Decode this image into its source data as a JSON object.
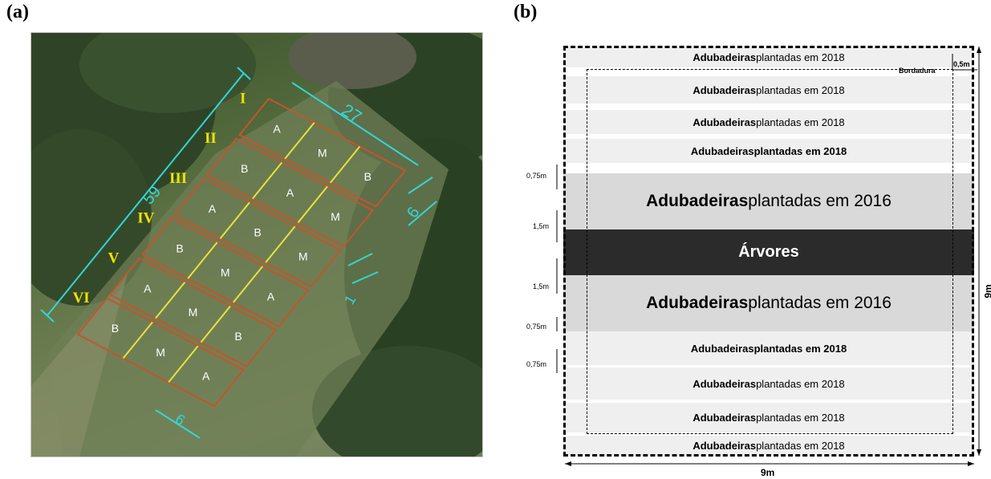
{
  "panel_a": {
    "label": "(a)",
    "block_labels": [
      "I",
      "II",
      "III",
      "IV",
      "V",
      "VI"
    ],
    "dimensions": {
      "length": "59",
      "width": "27",
      "plot": "6",
      "gap": "1",
      "plot_bottom": "6"
    },
    "plots": [
      [
        "A",
        "M",
        "B"
      ],
      [
        "B",
        "A",
        "M"
      ],
      [
        "A",
        "B",
        "M"
      ],
      [
        "B",
        "M",
        "A"
      ],
      [
        "A",
        "M",
        "B"
      ],
      [
        "B",
        "M",
        "A"
      ]
    ]
  },
  "panel_b": {
    "label": "(b)",
    "bordadura": "Bordadura",
    "bordadura_width": "0,5m",
    "bottom_dim": "9m",
    "side_dim": "9m",
    "rows": [
      {
        "bold": "Adubadeiras",
        "rest": " plantadas em 2018"
      },
      {
        "bold": "Adubadeiras",
        "rest": " plantadas em 2018"
      },
      {
        "bold": "Adubadeiras",
        "rest": " plantadas em 2018"
      },
      {
        "bold": "Adubadeiras",
        "rest": " plantadas em 2018"
      },
      {
        "bold": "Adubadeiras",
        "rest": " plantadas em 2016"
      },
      {
        "bold": "",
        "rest": "Árvores"
      },
      {
        "bold": "Adubadeiras",
        "rest": " plantadas em 2016"
      },
      {
        "bold": "Adubadeiras",
        "rest": " plantadas em 2018"
      },
      {
        "bold": "Adubadeiras",
        "rest": " plantadas em 2018"
      },
      {
        "bold": "Adubadeiras",
        "rest": " plantadas em 2018"
      },
      {
        "bold": "Adubadeiras",
        "rest": " plantadas em 2018"
      }
    ],
    "spacings": [
      "0,75m",
      "1,5m",
      "1,5m",
      "0,75m",
      "0,75m"
    ]
  }
}
